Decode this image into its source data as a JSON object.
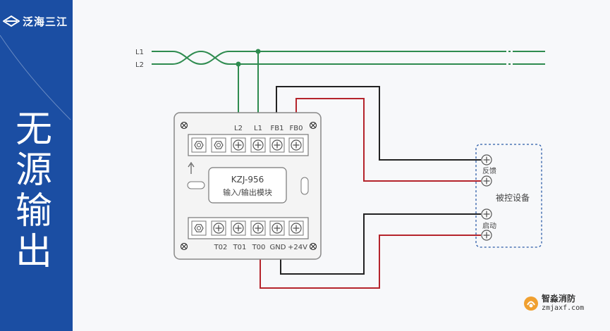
{
  "brand": {
    "name": "泛海三江"
  },
  "title_chars": [
    "无",
    "源",
    "输",
    "出"
  ],
  "lines": {
    "l1": "L1",
    "l2": "L2"
  },
  "module": {
    "name": "KZJ-956",
    "desc": "输入/输出模块",
    "top_terminals": [
      "L2",
      "L1",
      "FB1",
      "FB0"
    ],
    "bottom_terminals": [
      "T02",
      "T01",
      "T00",
      "GND",
      "+24V"
    ]
  },
  "device": {
    "name": "被控设备",
    "feedback": "反馈",
    "start": "启动"
  },
  "watermark": {
    "cn": "智淼消防",
    "url": "zmjaxf.com"
  },
  "colors": {
    "sidebar": "#1b4ea3",
    "bus": "#2e8b4f",
    "black_wire": "#222222",
    "red_wire": "#b5242b",
    "device_border": "#2b5ba8"
  }
}
